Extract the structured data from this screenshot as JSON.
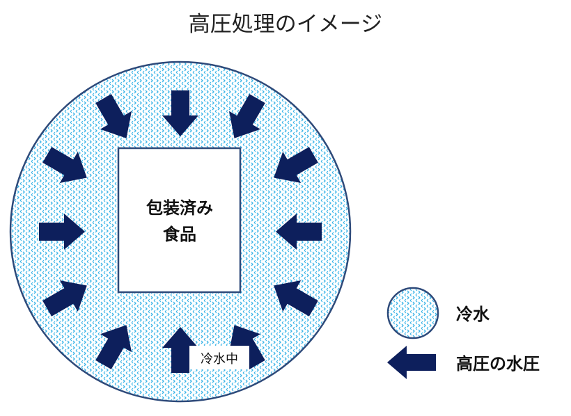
{
  "title": "高圧処理のイメージ",
  "center_label_line1": "包装済み",
  "center_label_line2": "食品",
  "in_water_label": "冷水中",
  "legend": {
    "cold_water": "冷水",
    "high_pressure": "高圧の水圧"
  },
  "colors": {
    "arrow": "#0d1f5c",
    "water_dots": "#3bb5e8",
    "outline": "#2e4a7a"
  }
}
